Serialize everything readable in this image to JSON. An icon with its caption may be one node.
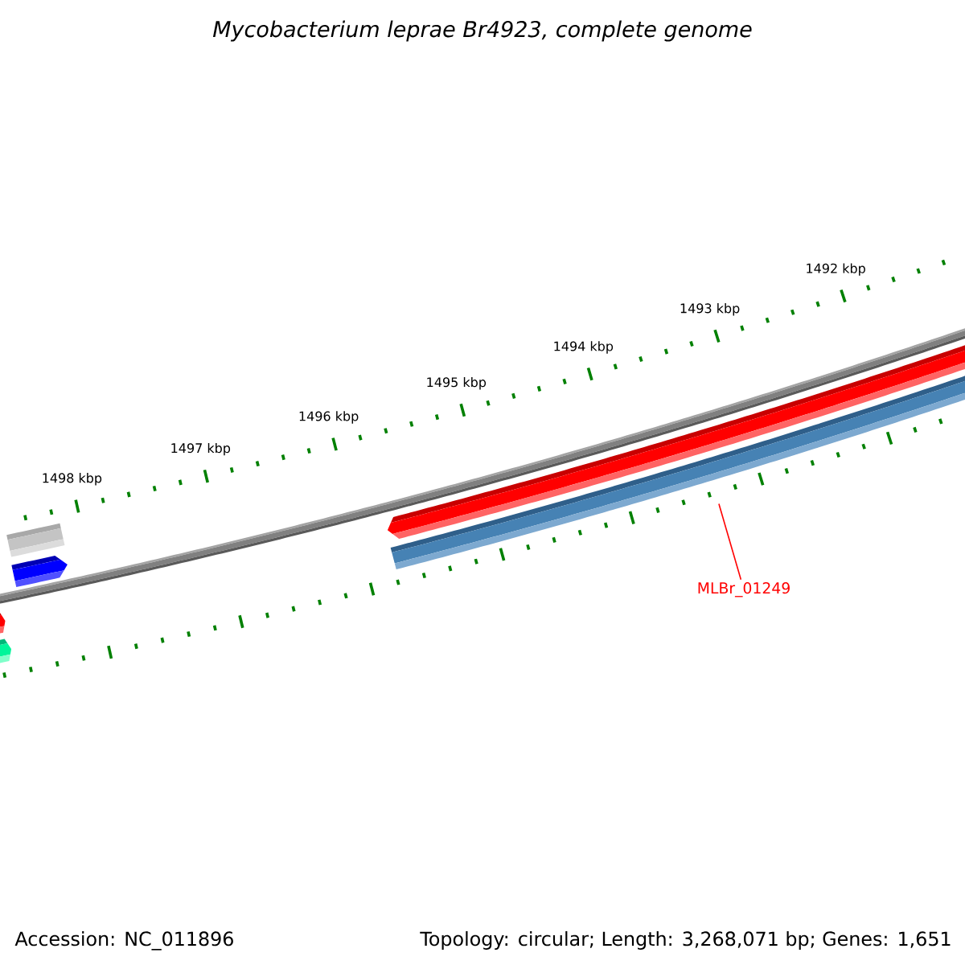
{
  "diagram": {
    "title": "Mycobacterium leprae Br4923, complete genome",
    "nodes": [
      {
        "text": [],
        "shape": "bar"
      },
      {
        "text": [
          "MLBr_01249"
        ]
      }
    ],
    "edges": [
      {
        "from": 1,
        "to": 0,
        "arrow": "none",
        "color": "#ff0000"
      }
    ],
    "labels": [
      "1492 kbp",
      "1493 kbp",
      "1494 kbp",
      "1495 kbp",
      "1496 kbp",
      "1497 kbp",
      "1498 kbp",
      "Accession: NC_011896",
      "Topology: circular; Length: 3,268,071 bp; Genes: 1,651"
    ]
  }
}
